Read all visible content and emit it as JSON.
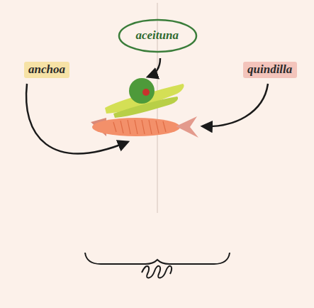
{
  "diagram": {
    "nodes": [
      {
        "text": [
          "aceituna"
        ]
      },
      {
        "text": [
          "anchoa"
        ]
      },
      {
        "text": [
          "quindilla"
        ]
      }
    ]
  }
}
